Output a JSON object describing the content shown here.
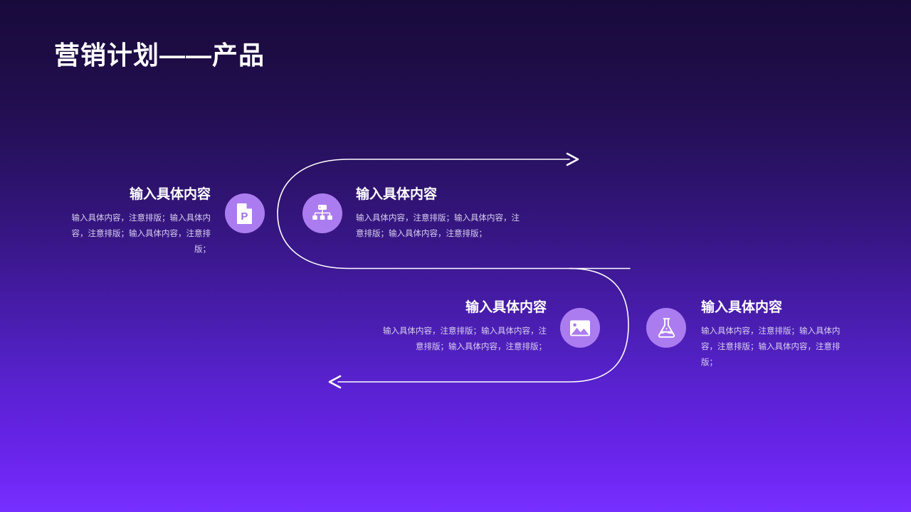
{
  "slide": {
    "title": "营销计划——产品",
    "background": {
      "gradient_from": "#190a3c",
      "gradient_to": "#7630ff"
    },
    "accent_color": "#ab7cf0",
    "path_color": "#ffffff"
  },
  "items": [
    {
      "id": "item-1",
      "icon": "file-p-icon",
      "heading": "输入具体内容",
      "body": "输入具体内容，注意排版；输入具体内容，注意排版；输入具体内容，注意排版；",
      "align": "right"
    },
    {
      "id": "item-2",
      "icon": "sitemap-icon",
      "heading": "输入具体内容",
      "body": "输入具体内容，注意排版；输入具体内容，注意排版；输入具体内容，注意排版；",
      "align": "left"
    },
    {
      "id": "item-3",
      "icon": "image-icon",
      "heading": "输入具体内容",
      "body": "输入具体内容，注意排版；输入具体内容，注意排版；输入具体内容，注意排版；",
      "align": "right"
    },
    {
      "id": "item-4",
      "icon": "flask-icon",
      "heading": "输入具体内容",
      "body": "输入具体内容，注意排版；输入具体内容，注意排版；输入具体内容，注意排版；",
      "align": "left"
    }
  ],
  "flow": {
    "arrow_top_direction": "right",
    "arrow_bottom_direction": "left"
  }
}
